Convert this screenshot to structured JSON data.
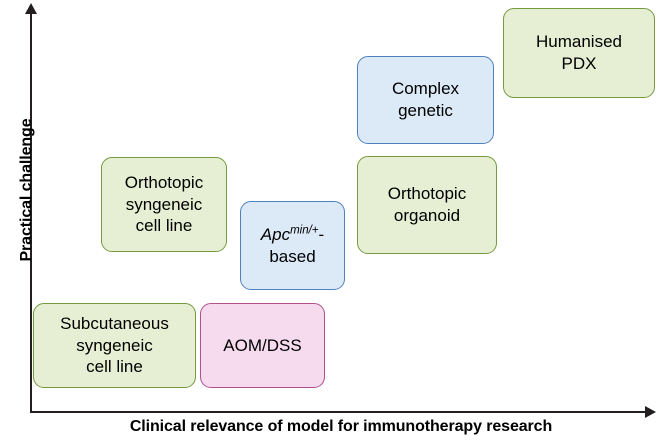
{
  "axes": {
    "y_label": "Practical challenge",
    "x_label": "Clinical relevance of model for immunotherapy research"
  },
  "colors": {
    "green_fill": "#e6efd3",
    "green_border": "#769a3f",
    "blue_fill": "#dce9f6",
    "blue_border": "#4f81bd",
    "pink_fill": "#f6dbef",
    "pink_border": "#b0508c",
    "axis": "#231f20"
  },
  "boxes": [
    {
      "id": "subcutaneous-syngeneic-cell-line",
      "label": "Subcutaneous\nsyngeneic\ncell line",
      "category": "green"
    },
    {
      "id": "aom-dss",
      "label": "AOM/DSS",
      "category": "pink"
    },
    {
      "id": "orthotopic-syngeneic-cell-line",
      "label": "Orthotopic\nsyngeneic\ncell line",
      "category": "green"
    },
    {
      "id": "apc-min-based",
      "label_gene": "Apc",
      "label_superscript": "min/+",
      "label_rest": "-\nbased",
      "category": "blue"
    },
    {
      "id": "orthotopic-organoid",
      "label": "Orthotopic\norganoid",
      "category": "green"
    },
    {
      "id": "complex-genetic",
      "label": "Complex\ngenetic",
      "category": "blue"
    },
    {
      "id": "humanised-pdx",
      "label": "Humanised\nPDX",
      "category": "green"
    }
  ],
  "chart_data": {
    "type": "scatter",
    "title": "",
    "xlabel": "Clinical relevance of model for immunotherapy research",
    "ylabel": "Practical challenge",
    "grid": false,
    "legend": "none",
    "note": "Qualitative 2D positioning diagram of colorectal cancer mouse models; axes are unlabelled/unscaled directional arrows.",
    "points": [
      {
        "label": "Subcutaneous syngeneic cell line",
        "x": 1,
        "y": 1,
        "color": "#e6efd3"
      },
      {
        "label": "AOM/DSS",
        "x": 2,
        "y": 1,
        "color": "#f6dbef"
      },
      {
        "label": "Orthotopic syngeneic cell line",
        "x": 1.5,
        "y": 2.5,
        "color": "#e6efd3"
      },
      {
        "label": "Apc(min/+)-based",
        "x": 2.5,
        "y": 2,
        "color": "#dce9f6"
      },
      {
        "label": "Orthotopic organoid",
        "x": 3.5,
        "y": 2.5,
        "color": "#e6efd3"
      },
      {
        "label": "Complex genetic",
        "x": 3.5,
        "y": 3.5,
        "color": "#dce9f6"
      },
      {
        "label": "Humanised PDX",
        "x": 4.5,
        "y": 4.5,
        "color": "#e6efd3"
      }
    ]
  }
}
